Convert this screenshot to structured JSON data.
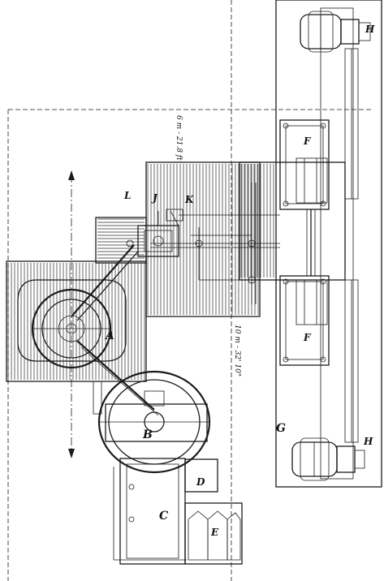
{
  "labels": {
    "A": "A",
    "B": "B",
    "C": "C",
    "D": "D",
    "E": "E",
    "F1": "F",
    "F2": "F",
    "G": "G",
    "H1": "H",
    "H2": "H",
    "J": "J",
    "K": "K",
    "L": "L"
  },
  "dimensions": {
    "overall_length": "6 m - 21.8 ft",
    "width": "10 m - 32' 10\""
  }
}
